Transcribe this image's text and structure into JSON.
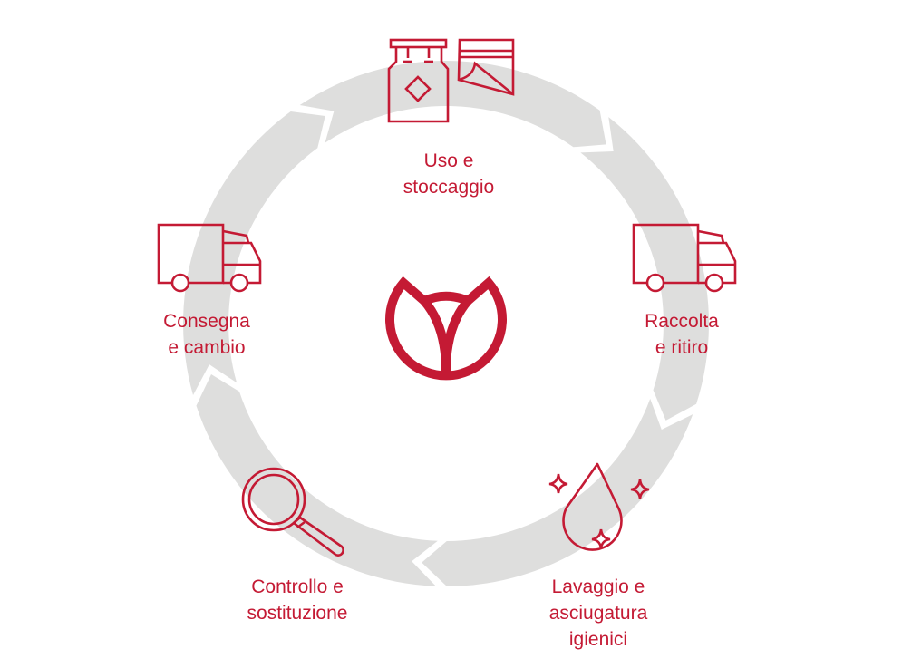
{
  "colors": {
    "accent": "#c41a34",
    "ring": "#dededd"
  },
  "center_logo": {
    "icon": "tulip-logo-icon"
  },
  "steps": [
    {
      "icon": "jar-and-label-icon",
      "lines": [
        "Uso e",
        "stoccaggio"
      ]
    },
    {
      "icon": "truck-icon",
      "lines": [
        "Raccolta",
        "e ritiro"
      ]
    },
    {
      "icon": "water-drop-sparkle-icon",
      "lines": [
        "Lavaggio e",
        "asciugatura",
        "igienici"
      ]
    },
    {
      "icon": "magnifier-icon",
      "lines": [
        "Controllo e",
        "sostituzione"
      ]
    },
    {
      "icon": "truck-icon",
      "lines": [
        "Consegna",
        "e cambio"
      ]
    }
  ]
}
